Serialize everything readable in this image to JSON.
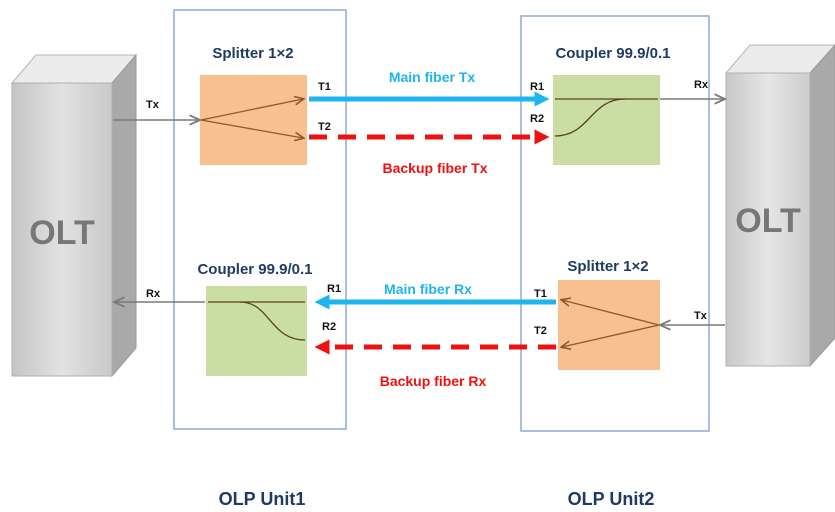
{
  "left_olt": {
    "label": "OLT",
    "tx_label": "Tx",
    "rx_label": "Rx"
  },
  "right_olt": {
    "label": "OLT",
    "tx_label": "Tx",
    "rx_label": "Rx"
  },
  "unit1": {
    "caption": "OLP Unit1",
    "splitter": {
      "title": "Splitter 1×2",
      "port1": "T1",
      "port2": "T2"
    },
    "coupler": {
      "title": "Coupler 99.9/0.1",
      "port1": "R1",
      "port2": "R2"
    }
  },
  "unit2": {
    "caption": "OLP Unit2",
    "coupler": {
      "title": "Coupler 99.9/0.1",
      "port1": "R1",
      "port2": "R2"
    },
    "splitter": {
      "title": "Splitter 1×2",
      "port1": "T1",
      "port2": "T2"
    }
  },
  "links": {
    "main_tx": "Main fiber Tx",
    "backup_tx": "Backup fiber Tx",
    "main_rx": "Main fiber Rx",
    "backup_rx": "Backup fiber Rx"
  },
  "colors": {
    "main_fiber": "#1eb4ee",
    "backup_fiber": "#ee1111",
    "splitter_fill": "#f8c08e",
    "coupler_fill": "#cadea3",
    "unit_border": "#8aabd9",
    "olt_face": "#d0d0d0",
    "olt_text": "#777777",
    "thin_arrow": "#7a7a7a",
    "inner_line": "#8a5a2a"
  }
}
